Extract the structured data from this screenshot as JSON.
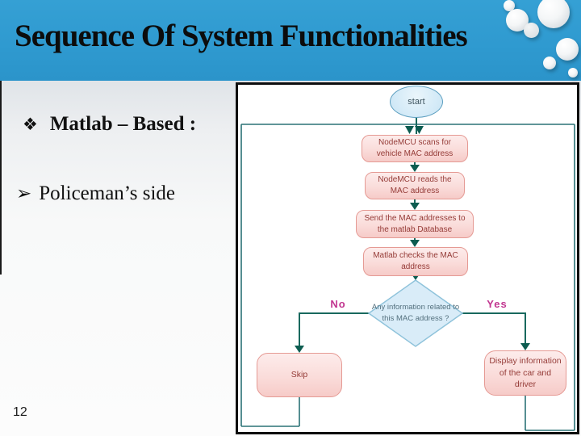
{
  "slide": {
    "title": "Sequence Of System Functionalities",
    "page_number": "12",
    "bullet1_marker": "❖",
    "bullet1_text": "Matlab – Based :",
    "bullet2_marker": "➢",
    "bullet2_text": "Policeman’s side"
  },
  "flowchart": {
    "start_label": "start",
    "step_scan": "NodeMCU scans for vehicle MAC address",
    "step_read": "NodeMCU reads the MAC address",
    "step_send": "Send the MAC addresses to the matlab Database",
    "step_check": "Matlab checks the MAC address",
    "decision": "Any information related to this MAC address ?",
    "branch_no": "No",
    "branch_yes": "Yes",
    "result_skip": "Skip",
    "result_display": "Display information of the car and driver"
  },
  "colors": {
    "title_bar_blue": "#2f9ad0",
    "flow_line_teal": "#19695e",
    "loop_line_teal": "#2b7276",
    "process_fill_pink": "#fadcda",
    "process_border_salmon": "#e59a94",
    "process_text_darkred": "#953b37",
    "terminal_fill_blue": "#d7ecf8",
    "terminal_border_blue": "#5d9fc0",
    "branch_label_magenta": "#c23690"
  }
}
